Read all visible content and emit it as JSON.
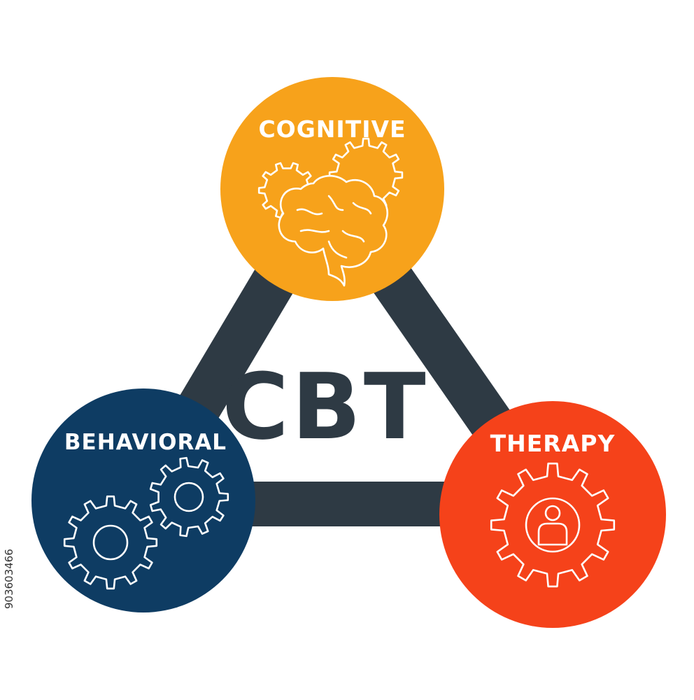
{
  "title": "CBT",
  "nodes": {
    "cognitive": {
      "label": "COGNITIVE",
      "icon": "brain-gears-icon",
      "color": "#F7A21B"
    },
    "behavioral": {
      "label": "BEHAVIORAL",
      "icon": "gears-icon",
      "color": "#0E3C63"
    },
    "therapy": {
      "label": "THERAPY",
      "icon": "person-gear-icon",
      "color": "#F5421A"
    }
  },
  "connector_color": "#2E3A44",
  "title_color": "#2E3A44",
  "stock_id": "903603466"
}
